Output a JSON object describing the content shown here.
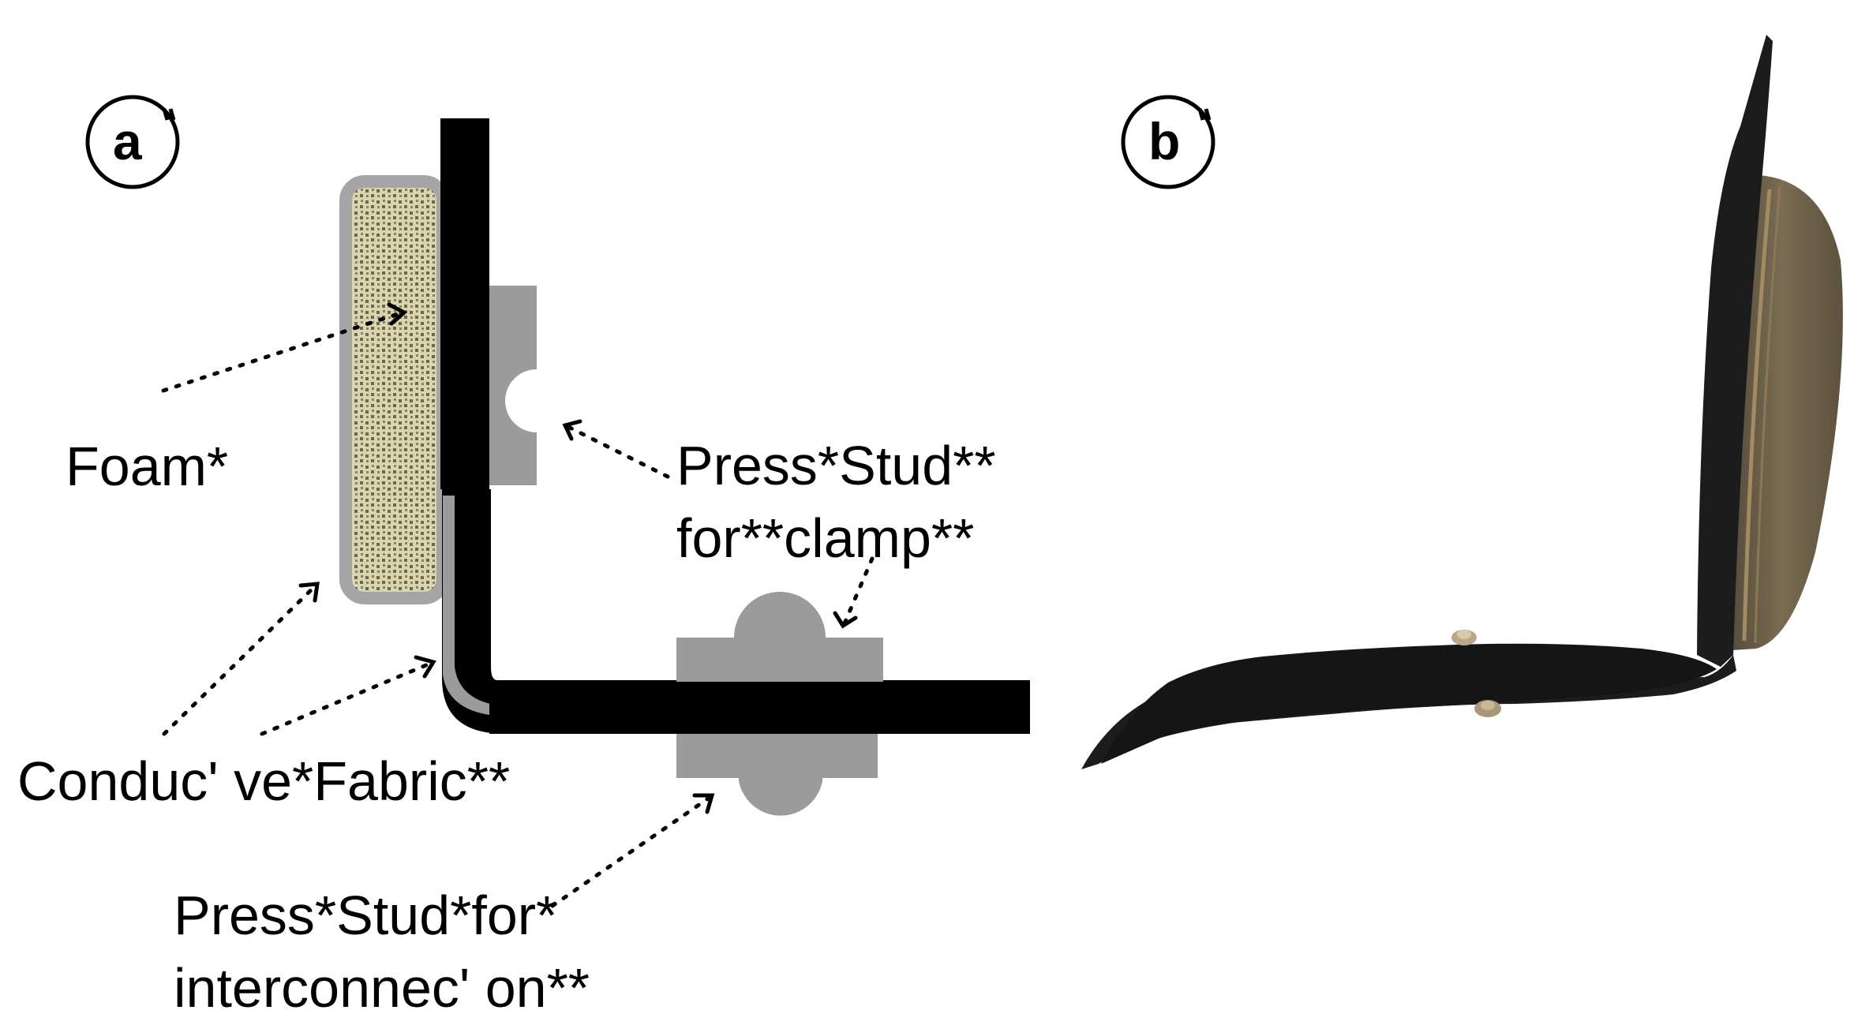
{
  "panel_a": {
    "label": "a",
    "foam_label": "Foam*",
    "press_stud_clamp_line1": "Press*Stud**",
    "press_stud_clamp_line2": "for**clamp**",
    "conductive_fabric_label": "Conduc' ve*Fabric**",
    "press_stud_interconnect_line1": "Press*Stud*for*",
    "press_stud_interconnect_line2": "interconnec' on**"
  },
  "panel_b": {
    "label": "b"
  },
  "colors": {
    "strap": "#000000",
    "stud": "#9b9b9b",
    "foam_border": "#a5a5a5",
    "foam_fill": "#d9d4b4",
    "foam_speckle": "#6e6a3e",
    "fabric": "#9b9b9b",
    "photo_strap": "#1c1c1c",
    "photo_pad": "#6a5e48"
  }
}
